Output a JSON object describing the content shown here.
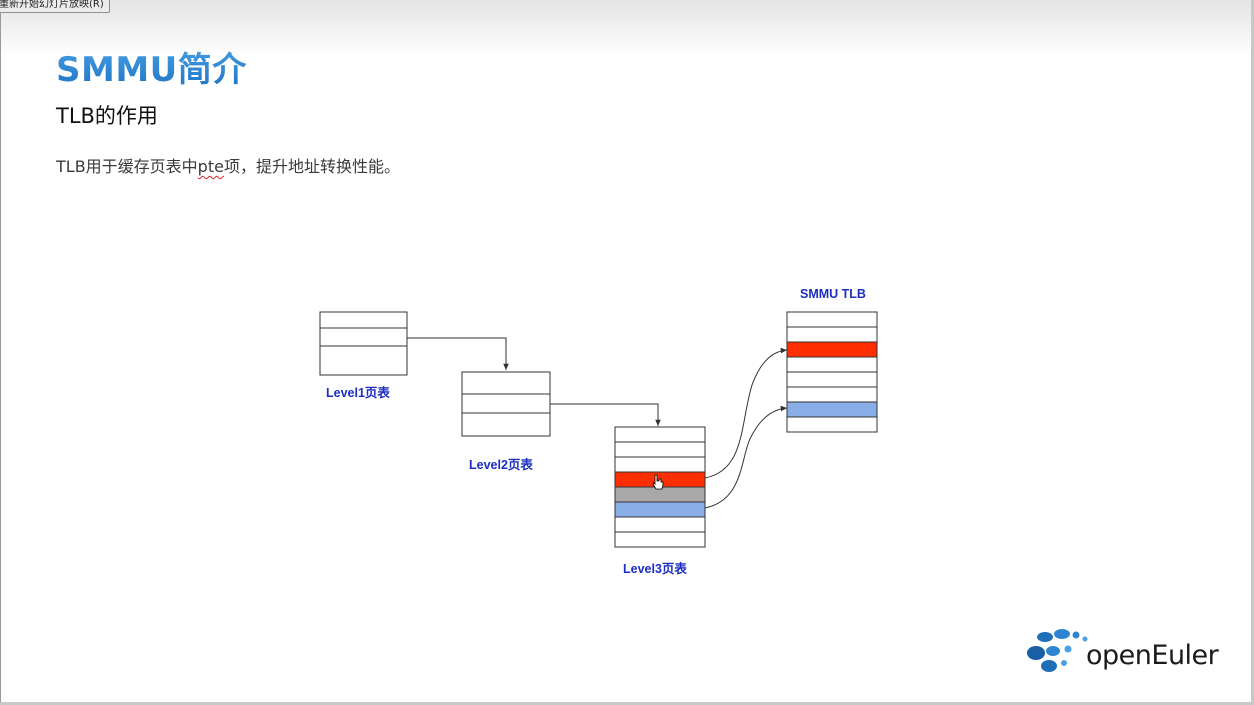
{
  "toolbar": {
    "restart_label": "重新开始幻灯片放映(R)"
  },
  "slide": {
    "title": "SMMU简介",
    "subtitle": "TLB的作用",
    "body_before": "TLB用于缓存页表中",
    "body_term": "pte",
    "body_after": "项，提升地址转换性能。"
  },
  "diagram": {
    "level1_label": "Level1页表",
    "level2_label": "Level2页表",
    "level3_label": "Level3页表",
    "tlb_label": "SMMU TLB",
    "level3_row_colors": [
      "#ffffff",
      "#ffffff",
      "#ffffff",
      "#ff2e00",
      "#a8a8a8",
      "#8aaee8",
      "#ffffff",
      "#ffffff"
    ],
    "tlb_row_colors": [
      "#ffffff",
      "#ffffff",
      "#ff2e00",
      "#ffffff",
      "#ffffff",
      "#ffffff",
      "#8aaee8",
      "#ffffff"
    ]
  },
  "logo": {
    "text": "openEuler"
  },
  "colors": {
    "title_blue": "#2f88d2",
    "label_blue": "#1d2fc0",
    "highlight_red": "#ff2e00",
    "highlight_blue": "#8aaee8"
  }
}
